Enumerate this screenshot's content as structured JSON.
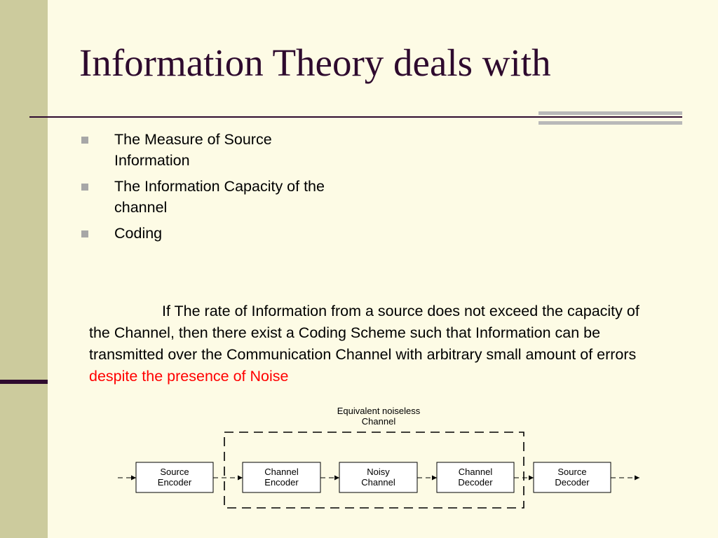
{
  "slide": {
    "title": "Information Theory deals with",
    "bullets": [
      {
        "text": "The Measure of Source Information"
      },
      {
        "text": "The Information Capacity of the channel"
      },
      {
        "text": "Coding"
      }
    ],
    "paragraph": {
      "text": "If The rate of Information from a source does not exceed the capacity of the Channel, then there exist a Coding Scheme such that Information can be transmitted over the Communication Channel with arbitrary small amount of errors ",
      "highlight": "despite the presence of Noise",
      "highlight_color": "#FF0000"
    }
  },
  "diagram": {
    "group_label_line1": "Equivalent noiseless",
    "group_label_line2": "Channel",
    "blocks": [
      {
        "line1": "Source",
        "line2": "Encoder"
      },
      {
        "line1": "Channel",
        "line2": "Encoder"
      },
      {
        "line1": "Noisy",
        "line2": "Channel"
      },
      {
        "line1": "Channel",
        "line2": "Decoder"
      },
      {
        "line1": "Source",
        "line2": "Decoder"
      }
    ]
  },
  "theme": {
    "background": "#FDFBE5",
    "side_band": "#CCCB9D",
    "accent": "#2E0A2E",
    "bullet_marker": "#A7A7A7",
    "rule_accent": "#B9B9B9"
  }
}
